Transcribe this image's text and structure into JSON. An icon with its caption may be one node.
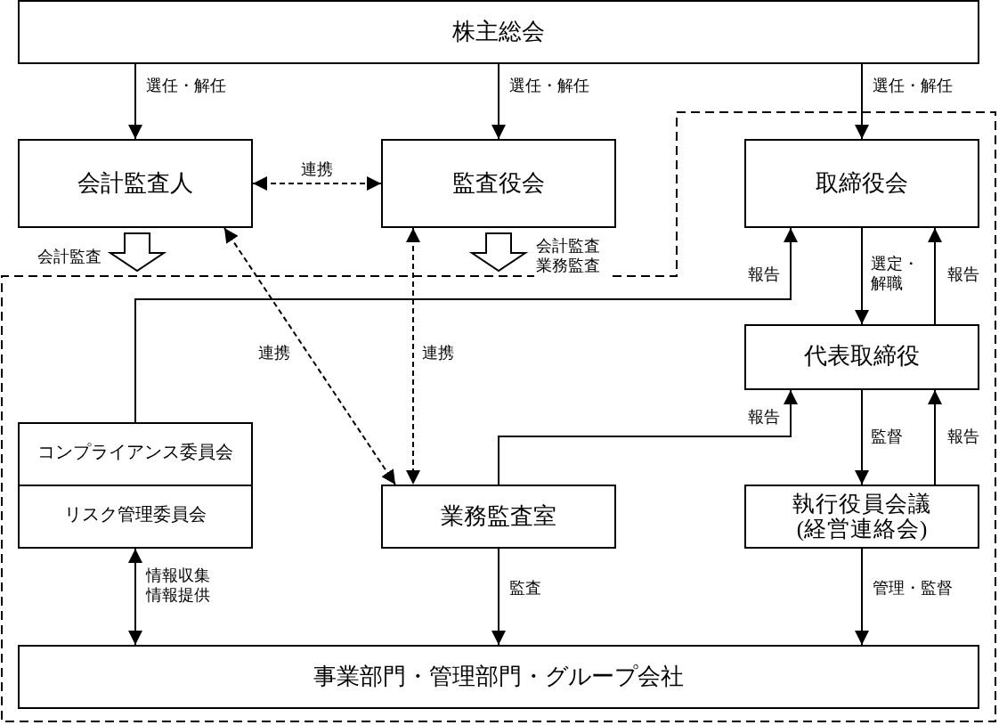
{
  "diagram": {
    "nodes": [
      {
        "text": [
          "株主総会"
        ]
      },
      {
        "text": [
          "会計監査人"
        ]
      },
      {
        "text": [
          "監査役会"
        ]
      },
      {
        "text": [
          "取締役会"
        ]
      },
      {
        "text": [
          "代表取締役"
        ]
      },
      {
        "text": [
          "コンプライアンス委員会"
        ]
      },
      {
        "text": [
          "リスク管理委員会"
        ]
      },
      {
        "text": [
          "業務監査室"
        ]
      },
      {
        "text": [
          "執行役員会議(経営連絡会)"
        ]
      },
      {
        "text": [
          "事業部門・管理部門・グループ会社"
        ]
      }
    ],
    "edges": [
      {
        "from": 0,
        "to": 1,
        "arrow": "to",
        "label": "選任・解任"
      },
      {
        "from": 0,
        "to": 2,
        "arrow": "to",
        "label": "選任・解任"
      },
      {
        "from": 0,
        "to": 3,
        "arrow": "to",
        "label": "選任・解任"
      },
      {
        "from": 1,
        "to": 2,
        "arrow": "both",
        "label": "連携",
        "style": "dashed"
      },
      {
        "from": 1,
        "to": 7,
        "arrow": "both",
        "label": "連携",
        "style": "dashed"
      },
      {
        "from": 2,
        "to": 7,
        "arrow": "both",
        "label": "連携",
        "style": "dashed"
      },
      {
        "from": 5,
        "to": 3,
        "arrow": "to",
        "label": "報告"
      },
      {
        "from": 3,
        "to": 4,
        "arrow": "to",
        "label": "選定・解職"
      },
      {
        "from": 4,
        "to": 3,
        "arrow": "to",
        "label": "報告"
      },
      {
        "from": 7,
        "to": 4,
        "arrow": "to",
        "label": "報告"
      },
      {
        "from": 4,
        "to": 8,
        "arrow": "to",
        "label": "監督"
      },
      {
        "from": 8,
        "to": 4,
        "arrow": "to",
        "label": "報告"
      },
      {
        "from": 6,
        "to": 9,
        "arrow": "both",
        "label": "情報収集情報提供"
      },
      {
        "from": 7,
        "to": 9,
        "arrow": "to",
        "label": "監査"
      },
      {
        "from": 8,
        "to": 9,
        "arrow": "to",
        "label": "管理・監督"
      }
    ],
    "labels": [
      "会計監査",
      "会計監査業務監査"
    ]
  }
}
